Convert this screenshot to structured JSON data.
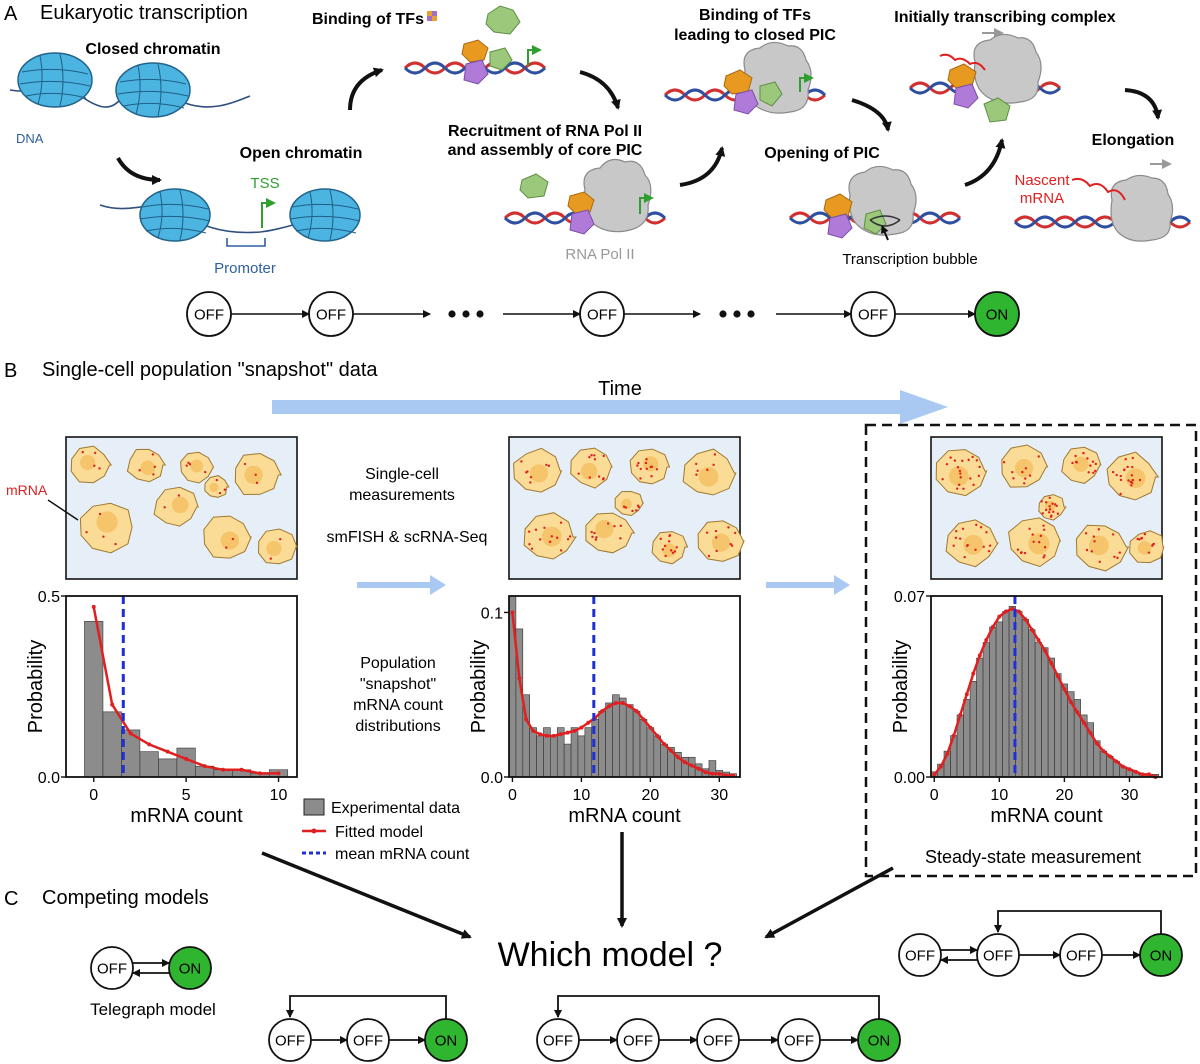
{
  "panel_a": {
    "letter": "A",
    "title": "Eukaryotic transcription",
    "closed_chromatin": "Closed chromatin",
    "dna": "DNA",
    "open_chromatin": "Open chromatin",
    "tss": "TSS",
    "promoter": "Promoter",
    "binding_tfs": "Binding of TFs",
    "recruitment_line1": "Recruitment of RNA Pol II",
    "recruitment_line2": "and assembly of core PIC",
    "rna_pol": "RNA Pol II",
    "binding_closed_line1": "Binding of TFs",
    "binding_closed_line2": "leading to closed PIC",
    "opening_pic": "Opening of PIC",
    "transcription_bubble": "Transcription bubble",
    "initially_transcribing": "Initially transcribing complex",
    "elongation": "Elongation",
    "nascent_line1": "Nascent",
    "nascent_line2": "mRNA",
    "states": [
      "OFF",
      "OFF",
      "OFF",
      "OFF",
      "ON"
    ]
  },
  "panel_b": {
    "letter": "B",
    "title": "Single-cell population \"snapshot\" data",
    "time": "Time",
    "mrna": "mRNA",
    "single_cell_line1": "Single-cell",
    "single_cell_line2": "measurements",
    "methods": "smFISH & scRNA-Seq",
    "population_line1": "Population",
    "population_line2": "\"snapshot\"",
    "population_line3": "mRNA count",
    "population_line4": "distributions",
    "steady_state": "Steady-state measurement",
    "legend": {
      "experimental": "Experimental data",
      "fitted": "Fitted model",
      "mean": "mean mRNA count"
    }
  },
  "panel_c": {
    "letter": "C",
    "title": "Competing models",
    "question": "Which model ?",
    "telegraph": "Telegraph model",
    "off": "OFF",
    "on": "ON"
  },
  "colors": {
    "bar": "#8c8c8c",
    "fit": "#e02020",
    "mean": "#1f2fd6",
    "on_state": "#2fb52f",
    "time_arrow": "#a9c8f2",
    "cell_fill": "#fbdc96",
    "nucleus_fill": "#f6c46a",
    "image_bg": "#e6eff8",
    "nucleosome": "#4cb4e0"
  },
  "chart_data": [
    {
      "type": "bar",
      "xlabel": "mRNA count",
      "ylabel": "Probability",
      "xlim": [
        -1.5,
        11
      ],
      "ylim": [
        0,
        0.5
      ],
      "xticks": [
        0,
        5,
        10
      ],
      "yticks": [
        0.0,
        0.5
      ],
      "ytick_labels": [
        "0.0",
        "0.5"
      ],
      "mean": 1.6,
      "series": [
        {
          "name": "Experimental data",
          "x": [
            0,
            1,
            2,
            3,
            4,
            5,
            6,
            7,
            8,
            9,
            10
          ],
          "values": [
            0.43,
            0.18,
            0.13,
            0.07,
            0.05,
            0.08,
            0.03,
            0.02,
            0.02,
            0.01,
            0.02
          ]
        },
        {
          "name": "Fitted model",
          "x": [
            0,
            1,
            2,
            3,
            4,
            5,
            6,
            7,
            8,
            9,
            10
          ],
          "values": [
            0.47,
            0.2,
            0.12,
            0.09,
            0.07,
            0.05,
            0.03,
            0.02,
            0.02,
            0.01,
            0.01
          ]
        }
      ]
    },
    {
      "type": "bar",
      "xlabel": "mRNA count",
      "ylabel": "Probability",
      "xlim": [
        -0.5,
        33
      ],
      "ylim": [
        0,
        0.11
      ],
      "xticks": [
        0,
        10,
        20,
        30
      ],
      "yticks": [
        0.0,
        0.1
      ],
      "ytick_labels": [
        "0.0",
        "0.1"
      ],
      "mean": 11.8,
      "series": [
        {
          "name": "Experimental data",
          "x": [
            0,
            1,
            2,
            3,
            4,
            5,
            6,
            7,
            8,
            9,
            10,
            11,
            12,
            13,
            14,
            15,
            16,
            17,
            18,
            19,
            20,
            21,
            22,
            23,
            24,
            25,
            26,
            27,
            28,
            29,
            30,
            31,
            32
          ],
          "values": [
            0.11,
            0.09,
            0.05,
            0.03,
            0.025,
            0.03,
            0.025,
            0.03,
            0.02,
            0.03,
            0.025,
            0.03,
            0.035,
            0.04,
            0.045,
            0.05,
            0.048,
            0.044,
            0.04,
            0.035,
            0.03,
            0.025,
            0.02,
            0.018,
            0.015,
            0.012,
            0.012,
            0.008,
            0.005,
            0.01,
            0.004,
            0.003,
            0.002
          ]
        },
        {
          "name": "Fitted model",
          "x": [
            0,
            1,
            2,
            3,
            4,
            5,
            6,
            7,
            8,
            9,
            10,
            11,
            12,
            13,
            14,
            15,
            16,
            17,
            18,
            19,
            20,
            21,
            22,
            23,
            24,
            25,
            26,
            27,
            28,
            29,
            30,
            31,
            32
          ],
          "values": [
            0.1,
            0.06,
            0.035,
            0.028,
            0.026,
            0.025,
            0.025,
            0.026,
            0.027,
            0.028,
            0.03,
            0.033,
            0.036,
            0.04,
            0.043,
            0.045,
            0.045,
            0.043,
            0.04,
            0.035,
            0.03,
            0.025,
            0.02,
            0.016,
            0.012,
            0.009,
            0.007,
            0.005,
            0.003,
            0.002,
            0.002,
            0.001,
            0.001
          ]
        }
      ]
    },
    {
      "type": "bar",
      "xlabel": "mRNA count",
      "ylabel": "Probability",
      "xlim": [
        -0.5,
        35
      ],
      "ylim": [
        0,
        0.07
      ],
      "xticks": [
        0,
        10,
        20,
        30
      ],
      "yticks": [
        0.0,
        0.07
      ],
      "ytick_labels": [
        "0.00",
        "0.07"
      ],
      "mean": 12.4,
      "series": [
        {
          "name": "Experimental data",
          "x": [
            0,
            1,
            2,
            3,
            4,
            5,
            6,
            7,
            8,
            9,
            10,
            11,
            12,
            13,
            14,
            15,
            16,
            17,
            18,
            19,
            20,
            21,
            22,
            23,
            24,
            25,
            26,
            27,
            28,
            29,
            30,
            31,
            32,
            33,
            34
          ],
          "values": [
            0.002,
            0.005,
            0.01,
            0.016,
            0.024,
            0.03,
            0.037,
            0.046,
            0.052,
            0.058,
            0.06,
            0.064,
            0.066,
            0.064,
            0.061,
            0.057,
            0.052,
            0.05,
            0.046,
            0.04,
            0.036,
            0.033,
            0.03,
            0.024,
            0.021,
            0.014,
            0.01,
            0.008,
            0.006,
            0.004,
            0.003,
            0.002,
            0.001,
            0.001,
            0.001
          ]
        },
        {
          "name": "Fitted model",
          "x": [
            0,
            1,
            2,
            3,
            4,
            5,
            6,
            7,
            8,
            9,
            10,
            11,
            12,
            13,
            14,
            15,
            16,
            17,
            18,
            19,
            20,
            21,
            22,
            23,
            24,
            25,
            26,
            27,
            28,
            29,
            30,
            31,
            32,
            33,
            34
          ],
          "values": [
            0.001,
            0.004,
            0.009,
            0.016,
            0.024,
            0.032,
            0.04,
            0.047,
            0.053,
            0.058,
            0.062,
            0.064,
            0.065,
            0.064,
            0.061,
            0.057,
            0.053,
            0.049,
            0.044,
            0.039,
            0.034,
            0.029,
            0.025,
            0.021,
            0.017,
            0.013,
            0.01,
            0.008,
            0.006,
            0.004,
            0.003,
            0.002,
            0.001,
            0.001,
            0.0
          ]
        }
      ]
    }
  ]
}
